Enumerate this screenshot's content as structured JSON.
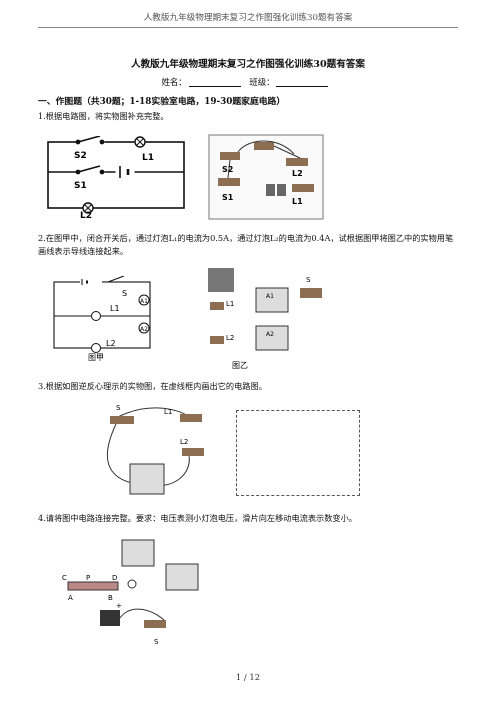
{
  "header": {
    "title": "人教版九年级物理期末复习之作图强化训练30题有答案"
  },
  "document": {
    "title": "人教版九年级物理期末复习之作图强化训练30题有答案",
    "name_label": "姓名：",
    "class_label": "班级：",
    "section_heading": "一、作图题（共30题；1-18实验室电路，19-30题家庭电路）"
  },
  "questions": [
    {
      "text": "1.根据电路图，将实物图补充完整。",
      "labels": {
        "s2": "S2",
        "s1": "S1",
        "l1": "L1",
        "l2": "L2"
      }
    },
    {
      "text": "2.在图甲中，闭合开关后，通过灯泡L₁的电流为0.5A，通过灯泡L₂的电流为0.4A，试根据图甲将图乙中的实物用笔画线表示导线连接起来。",
      "labels": {
        "s": "S",
        "a1": "A1",
        "a2": "A2",
        "l1": "L1",
        "l2": "L2",
        "fig_a": "图甲",
        "fig_b": "图乙"
      }
    },
    {
      "text": "3.根据如图逆反心理示的实物图，在虚线框内画出它的电路图。",
      "labels": {
        "s": "S",
        "l1": "L1",
        "l2": "L2"
      }
    },
    {
      "text": "4.请将图中电路连接完整。要求：电压表测小灯泡电压，滑片向左移动电流表示数变小。",
      "labels": {
        "c": "C",
        "p": "P",
        "d": "D",
        "a": "A",
        "b": "B",
        "s": "S",
        "plus": "+"
      }
    }
  ],
  "footer": {
    "page": "1 / 12"
  }
}
